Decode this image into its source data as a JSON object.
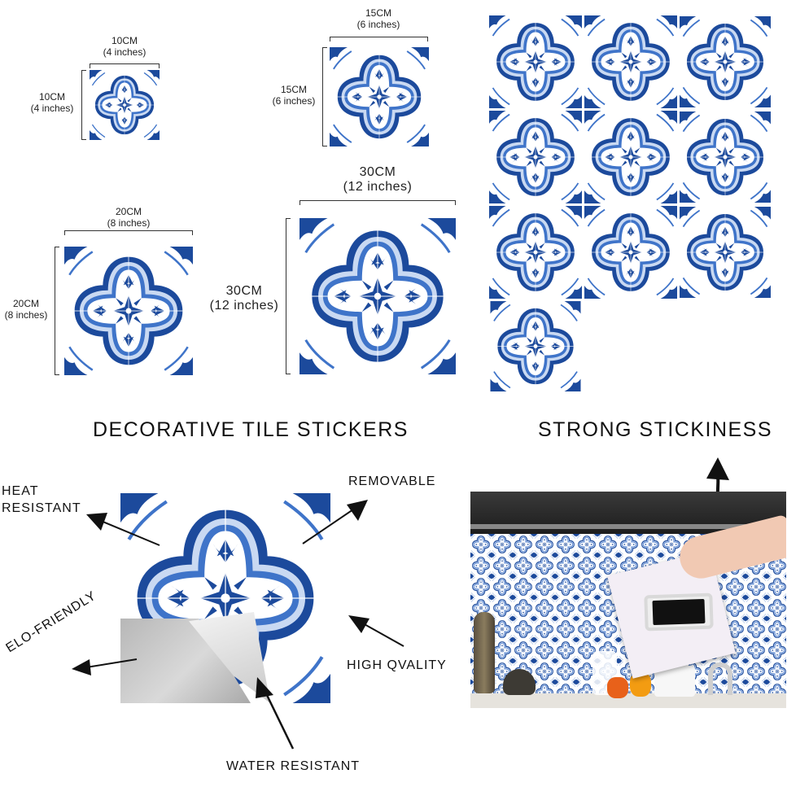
{
  "dimensions": {
    "d10_top": {
      "metric": "10CM",
      "imperial": "(4 inches)"
    },
    "d10_side": {
      "metric": "10CM",
      "imperial": "(4 inches)"
    },
    "d15_top": {
      "metric": "15CM",
      "imperial": "(6 inches)"
    },
    "d15_side": {
      "metric": "15CM",
      "imperial": "(6 inches)"
    },
    "d20_top": {
      "metric": "20CM",
      "imperial": "(8 inches)"
    },
    "d20_side": {
      "metric": "20CM",
      "imperial": "(8 inches)"
    },
    "d30_top": {
      "metric": "30CM",
      "imperial": "(12 inches)"
    },
    "d30_side": {
      "metric": "30CM",
      "imperial": "(12 inches)"
    }
  },
  "headings": {
    "left": "DECORATIVE TILE STICKERS",
    "right": "STRONG STICKINESS"
  },
  "features": {
    "heat": "HEAT\nRESISTANT",
    "removable": "REMOVABLE",
    "eco": "ELO-FRIENDLY",
    "quality": "HIGH QVALITY",
    "water": "WATER RESISTANT"
  },
  "colors": {
    "tile_dark": "#1c4a9c",
    "tile_mid": "#3f74c9",
    "tile_light": "#c9d9f2",
    "background": "#ffffff"
  }
}
